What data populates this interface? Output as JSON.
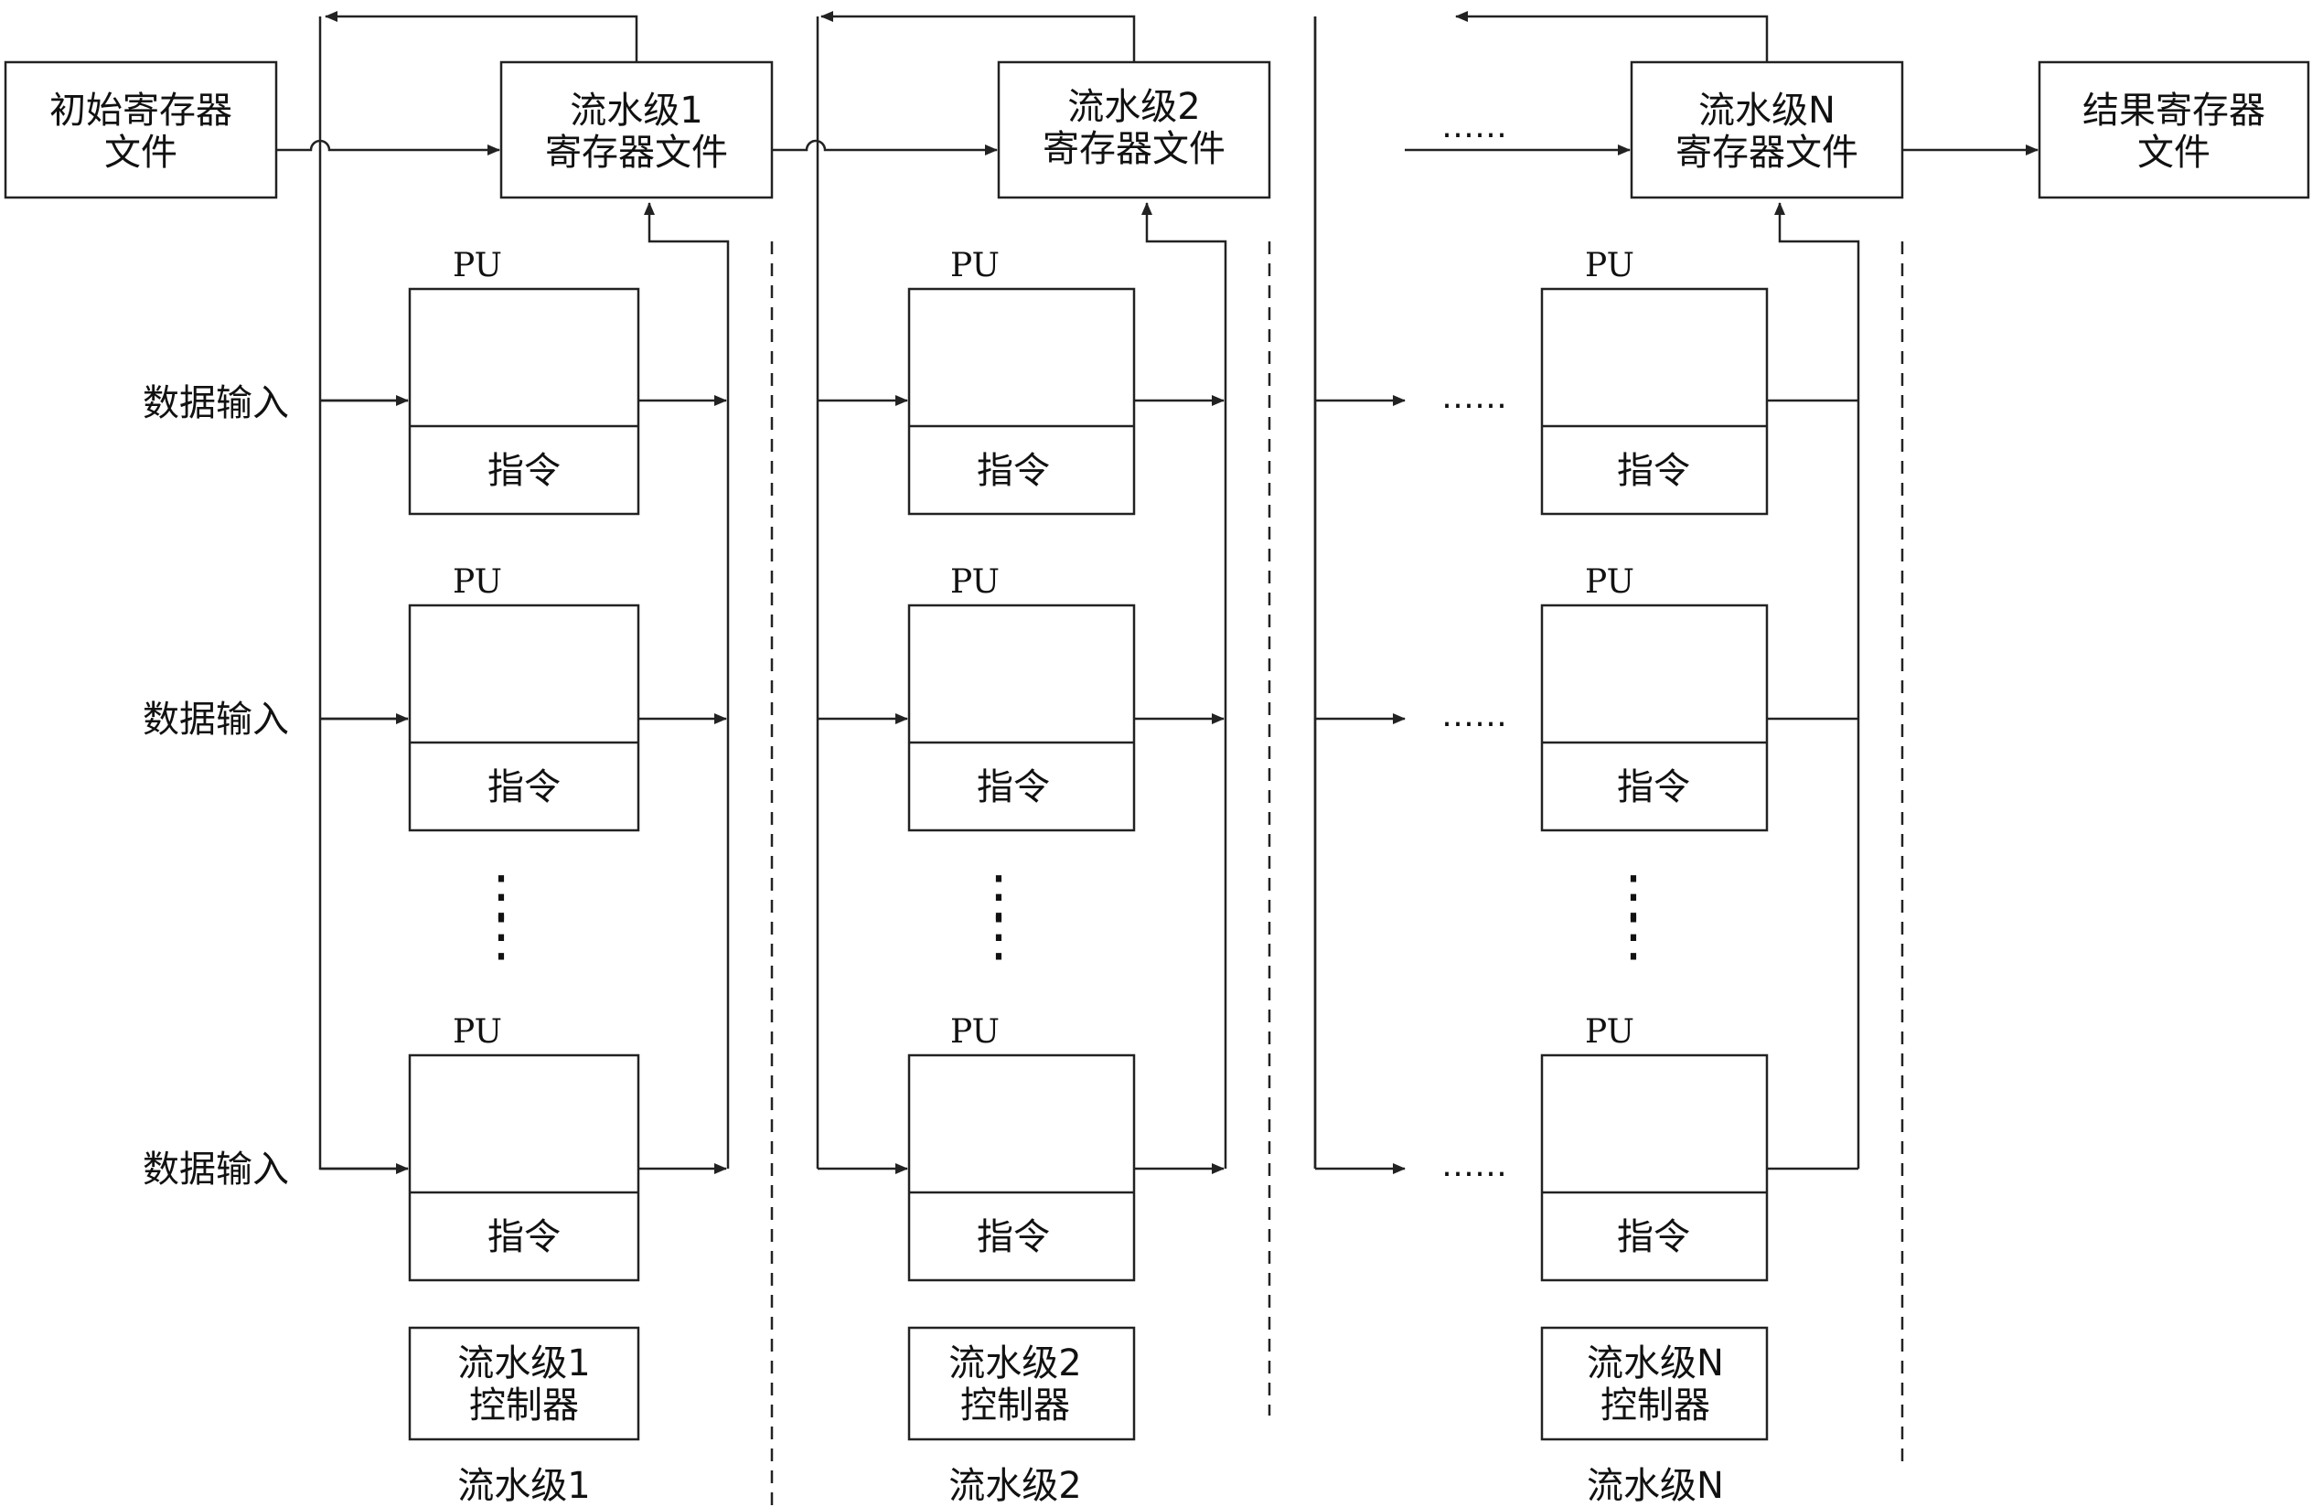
{
  "registers": {
    "initial": [
      "初始寄存器",
      "文件"
    ],
    "result": [
      "结果寄存器",
      "文件"
    ],
    "ellipsis": "……"
  },
  "stages": [
    {
      "register_file": [
        "流水级1",
        "寄存器文件"
      ],
      "pu_label": "PU",
      "instruction_label": "指令",
      "controller": [
        "流水级1",
        "控制器"
      ],
      "stage_label": "流水级1"
    },
    {
      "register_file": [
        "流水级2",
        "寄存器文件"
      ],
      "pu_label": "PU",
      "instruction_label": "指令",
      "controller": [
        "流水级2",
        "控制器"
      ],
      "stage_label": "流水级2"
    },
    {
      "register_file": [
        "流水级N",
        "寄存器文件"
      ],
      "pu_label": "PU",
      "instruction_label": "指令",
      "controller": [
        "流水级N",
        "控制器"
      ],
      "stage_label": "流水级N"
    }
  ],
  "data_inputs": [
    "数据输入",
    "数据输入",
    "数据输入"
  ],
  "ellipsis_horizontal": "……",
  "ellipsis_vertical": "⋮"
}
